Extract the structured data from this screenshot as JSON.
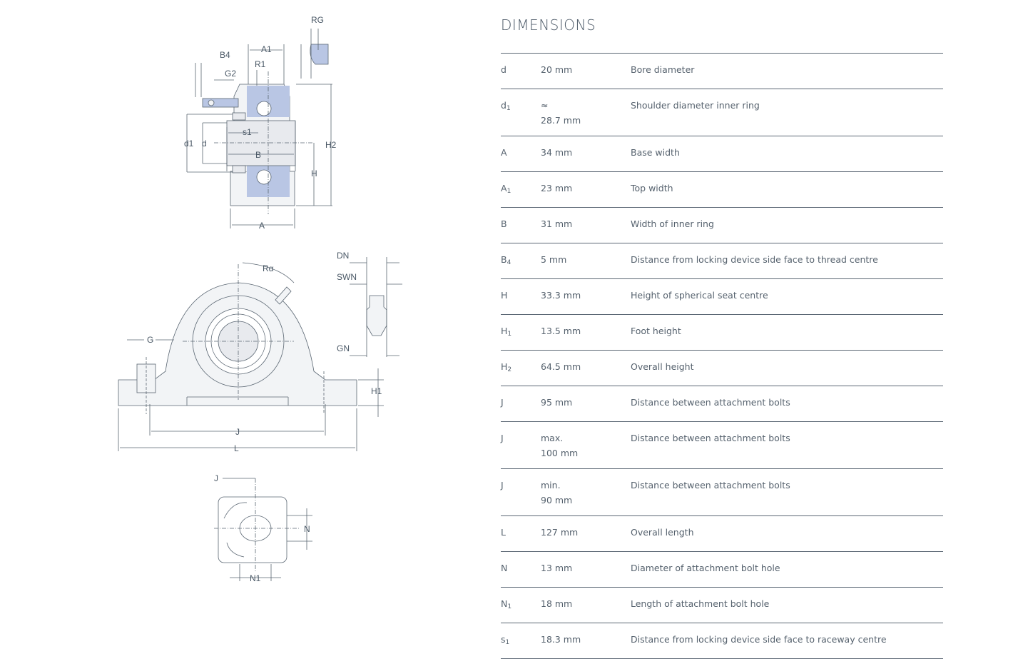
{
  "section": {
    "title": "DIMENSIONS"
  },
  "drawing": {
    "labels": {
      "RG": "RG",
      "A1": "A1",
      "B4": "B4",
      "G2": "G2",
      "R1": "R1",
      "d1": "d1",
      "d": "d",
      "s1": "s1",
      "B": "B",
      "H2": "H2",
      "H": "H",
      "A": "A",
      "DN": "DN",
      "SWN": "SWN",
      "GN": "GN",
      "Ra": "Rα",
      "G": "G",
      "H1": "H1",
      "J": "J",
      "L": "L",
      "J_detail": "J",
      "N": "N",
      "N1": "N1"
    },
    "colors": {
      "line": "#5a6672",
      "fill": "#f2f4f6",
      "blue": "#b9c6e4",
      "shaft": "#e8eaee"
    }
  },
  "dimensions": [
    {
      "sym": "d",
      "sub": "",
      "value": "20 mm",
      "value2": "",
      "desc": "Bore diameter"
    },
    {
      "sym": "d",
      "sub": "1",
      "value": "≈",
      "value2": "28.7 mm",
      "desc": "Shoulder diameter inner ring"
    },
    {
      "sym": "A",
      "sub": "",
      "value": "34 mm",
      "value2": "",
      "desc": "Base width"
    },
    {
      "sym": "A",
      "sub": "1",
      "value": "23 mm",
      "value2": "",
      "desc": "Top width"
    },
    {
      "sym": "B",
      "sub": "",
      "value": "31 mm",
      "value2": "",
      "desc": "Width of inner ring"
    },
    {
      "sym": "B",
      "sub": "4",
      "value": "5 mm",
      "value2": "",
      "desc": "Distance from locking device side face to thread centre"
    },
    {
      "sym": "H",
      "sub": "",
      "value": "33.3 mm",
      "value2": "",
      "desc": "Height of spherical seat centre"
    },
    {
      "sym": "H",
      "sub": "1",
      "value": "13.5 mm",
      "value2": "",
      "desc": "Foot height"
    },
    {
      "sym": "H",
      "sub": "2",
      "value": "64.5 mm",
      "value2": "",
      "desc": "Overall height"
    },
    {
      "sym": "J",
      "sub": "",
      "value": "95 mm",
      "value2": "",
      "desc": "Distance between attachment bolts"
    },
    {
      "sym": "J",
      "sub": "",
      "value": "max.",
      "value2": "100 mm",
      "desc": "Distance between attachment bolts"
    },
    {
      "sym": "J",
      "sub": "",
      "value": "min.",
      "value2": "90 mm",
      "desc": "Distance between attachment bolts"
    },
    {
      "sym": "L",
      "sub": "",
      "value": "127 mm",
      "value2": "",
      "desc": "Overall length"
    },
    {
      "sym": "N",
      "sub": "",
      "value": "13 mm",
      "value2": "",
      "desc": "Diameter of attachment bolt hole"
    },
    {
      "sym": "N",
      "sub": "1",
      "value": "18 mm",
      "value2": "",
      "desc": "Length of attachment bolt hole"
    },
    {
      "sym": "s",
      "sub": "1",
      "value": "18.3 mm",
      "value2": "",
      "desc": "Distance from locking device side face to raceway centre"
    }
  ]
}
